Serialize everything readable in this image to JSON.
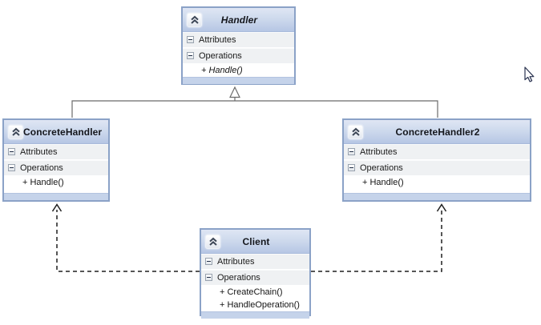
{
  "diagram": {
    "type": "uml-class-diagram",
    "section_labels": {
      "attributes": "Attributes",
      "operations": "Operations"
    },
    "classes": [
      {
        "name": "Handler",
        "abstract": true,
        "operations": [
          "+ Handle()"
        ]
      },
      {
        "name": "ConcreteHandler",
        "abstract": false,
        "operations": [
          "+ Handle()"
        ]
      },
      {
        "name": "ConcreteHandler2",
        "abstract": false,
        "operations": [
          "+ Handle()"
        ]
      },
      {
        "name": "Client",
        "abstract": false,
        "operations": [
          "+ CreateChain()",
          "+ HandleOperation()"
        ]
      }
    ],
    "relationships": [
      {
        "type": "inheritance",
        "from": "ConcreteHandler",
        "to": "Handler",
        "line": "solid",
        "arrow": "hollow-triangle"
      },
      {
        "type": "inheritance",
        "from": "ConcreteHandler2",
        "to": "Handler",
        "line": "solid",
        "arrow": "hollow-triangle"
      },
      {
        "type": "dependency",
        "from": "Client",
        "to": "ConcreteHandler",
        "line": "dashed",
        "arrow": "open"
      },
      {
        "type": "dependency",
        "from": "Client",
        "to": "ConcreteHandler2",
        "line": "dashed",
        "arrow": "open"
      }
    ],
    "icons": {
      "collapse_chevron": "double-chevron-up",
      "section_toggle": "minus-box",
      "pointer": "arrow-cursor"
    },
    "colors": {
      "header_gradient_top": "#dfe6f4",
      "header_gradient_bottom": "#b6c6e4",
      "box_border": "#8ba2c7",
      "section_row_bg": "#eff1f3",
      "bottom_strip": "#c5d3ea",
      "inheritance_line": "#6b6b6b",
      "dependency_line": "#1f1f1f",
      "canvas_bg": "#ffffff"
    }
  }
}
